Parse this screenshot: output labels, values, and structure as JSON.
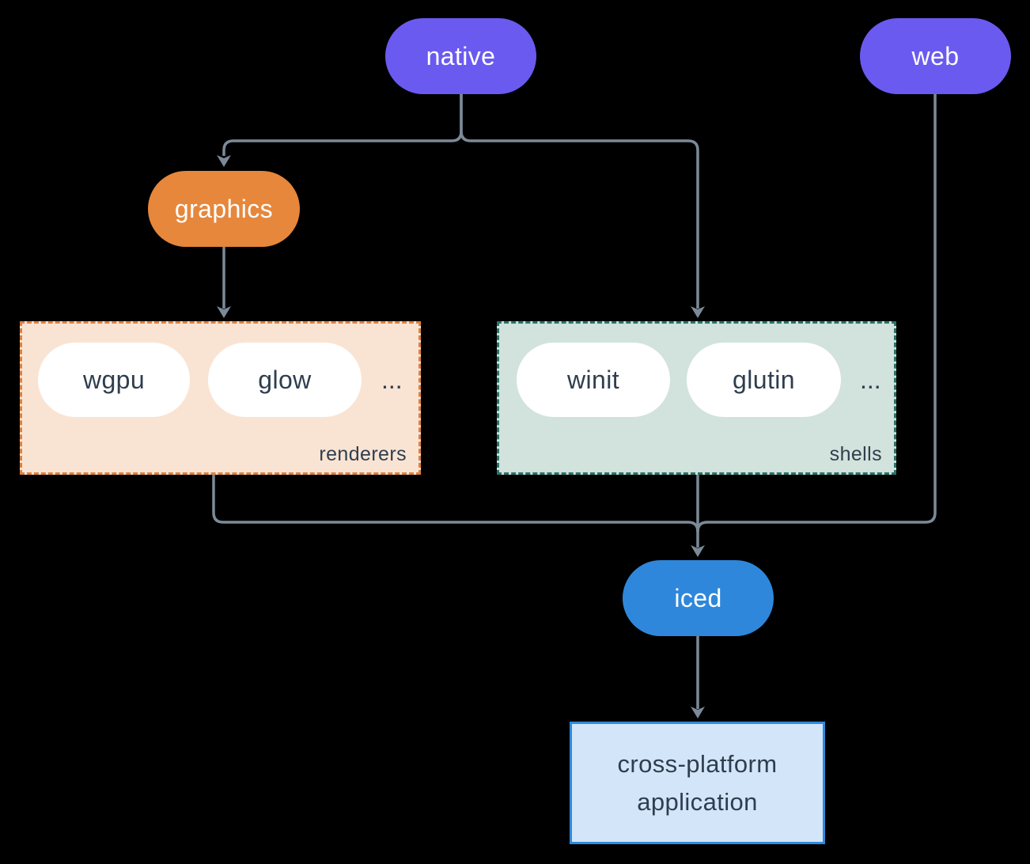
{
  "colors": {
    "canvas-bg": "#000000",
    "node-purple": "#6A5AF0",
    "node-orange": "#E6873C",
    "node-blue": "#2E87DB",
    "pill-white": "#FFFFFF",
    "renderers-bg": "#F9E4D4",
    "renderers-border": "#E0813D",
    "shells-bg": "#D2E2DC",
    "shells-border": "#27746A",
    "app-bg": "#D3E5F8",
    "app-border": "#2F89DB",
    "edge": "#7C8A98",
    "text-dark": "#2F3E4E",
    "text-light": "#FFFFFF"
  },
  "nodes": {
    "native": {
      "label": "native"
    },
    "web": {
      "label": "web"
    },
    "graphics": {
      "label": "graphics"
    },
    "iced": {
      "label": "iced"
    },
    "application": {
      "label": "cross-platform application"
    }
  },
  "groups": {
    "renderers": {
      "label": "renderers",
      "items": [
        {
          "label": "wgpu"
        },
        {
          "label": "glow"
        }
      ],
      "more": "..."
    },
    "shells": {
      "label": "shells",
      "items": [
        {
          "label": "winit"
        },
        {
          "label": "glutin"
        }
      ],
      "more": "..."
    }
  }
}
